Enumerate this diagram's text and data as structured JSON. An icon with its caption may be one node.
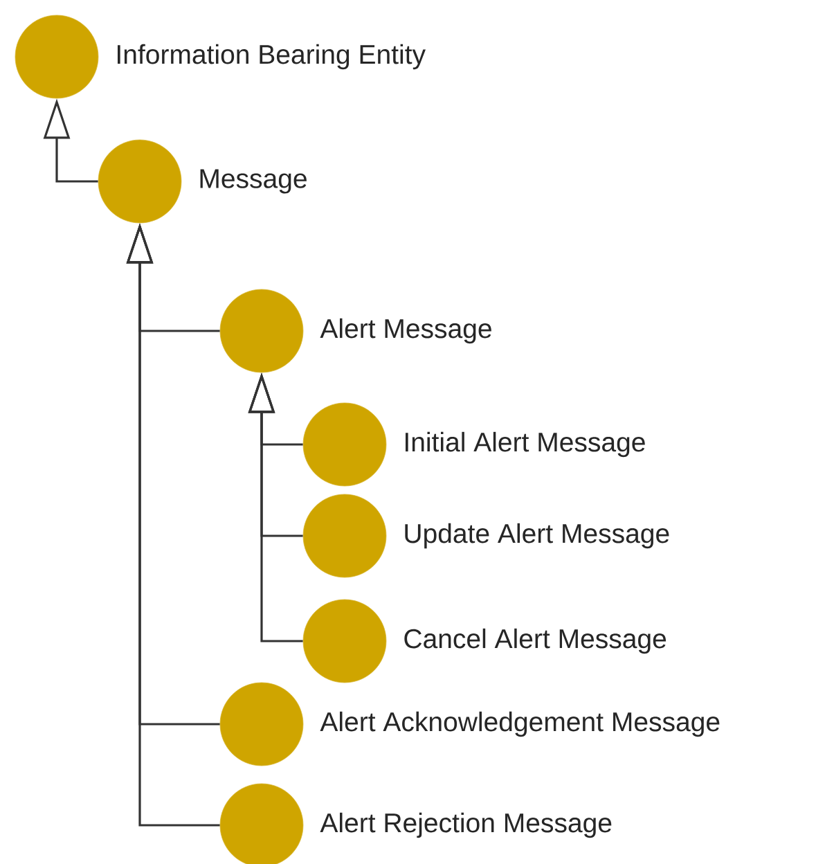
{
  "diagram": {
    "nodes": [
      {
        "text": [
          "Information Bearing Entity"
        ]
      },
      {
        "text": [
          "Message"
        ]
      },
      {
        "text": [
          "Alert Message"
        ]
      },
      {
        "text": [
          "Initial Alert Message"
        ]
      },
      {
        "text": [
          "Update Alert Message"
        ]
      },
      {
        "text": [
          "Cancel Alert Message"
        ]
      },
      {
        "text": [
          "Alert Acknowledgement Message"
        ]
      },
      {
        "text": [
          "Alert Rejection Message"
        ]
      }
    ],
    "edges": [
      {
        "from": 1,
        "to": 0,
        "arrow": "to"
      },
      {
        "from": 2,
        "to": 1,
        "arrow": "to"
      },
      {
        "from": 3,
        "to": 2,
        "arrow": "to"
      },
      {
        "from": 4,
        "to": 2,
        "arrow": "to"
      },
      {
        "from": 5,
        "to": 2,
        "arrow": "to"
      },
      {
        "from": 6,
        "to": 1,
        "arrow": "to"
      },
      {
        "from": 7,
        "to": 1,
        "arrow": "to"
      }
    ]
  }
}
